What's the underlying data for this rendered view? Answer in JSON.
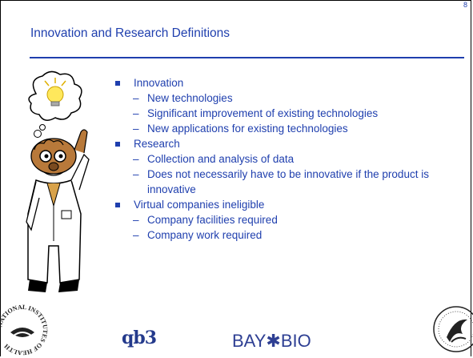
{
  "slide": {
    "number": "8",
    "title": "Innovation and Research Definitions"
  },
  "bullets": [
    {
      "label": "Innovation",
      "subitems": [
        "New technologies",
        "Significant improvement of existing technologies",
        "New applications for existing technologies"
      ]
    },
    {
      "label": "Research",
      "subitems": [
        "Collection and analysis of data",
        "Does not necessarily have to be innovative if the product is innovative"
      ]
    },
    {
      "label": "Virtual companies ineligible",
      "subitems": [
        "Company facilities required",
        "Company work required"
      ]
    }
  ],
  "logos": {
    "nih_ring": "NATIONAL INSTITUTES OF HEALTH",
    "qb3": "qb3",
    "baybio": "BAY✱BIO"
  },
  "colors": {
    "accent": "#1f3fae",
    "background": "#ffffff"
  }
}
